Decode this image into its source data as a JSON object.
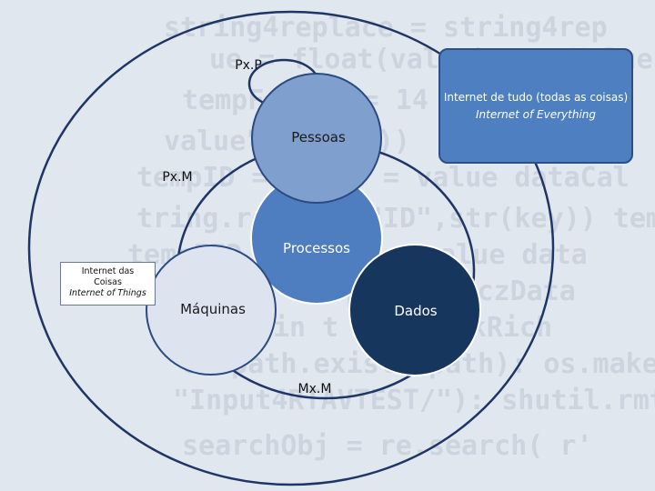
{
  "relations": {
    "pxp": "Px.P",
    "pxm": "Px.M",
    "mxm": "Mx.M"
  },
  "nodes": {
    "pessoas": "Pessoas",
    "processos": "Processos",
    "maquinas": "Máquinas",
    "dados": "Dados"
  },
  "ioe": {
    "title": "Internet de tudo (todas as coisas)",
    "subtitle": "Internet of Everything"
  },
  "iot": {
    "line1": "Internet das",
    "line2": "Coisas",
    "line3": "Internet of Things"
  },
  "colors": {
    "background": "#d9dfe8",
    "outline": "#1f3566",
    "pessoas_fill": "#7f9fcf",
    "processos_fill": "#4f7ec0",
    "maquinas_fill": "#dde3ef",
    "dados_fill": "#17365d",
    "ioe_fill": "#4e7fc0"
  }
}
